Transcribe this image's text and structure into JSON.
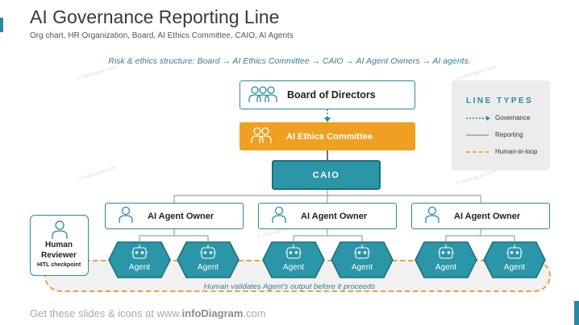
{
  "header": {
    "title": "AI Governance Reporting Line",
    "subtitle": "Org chart, HR Organization, Board, AI Ethics Committee, CAIO, AI Agents"
  },
  "intro": "Risk & ethics structure: Board → AI Ethics Committee → CAIO → AI Agent Owners → AI agents.",
  "nodes": {
    "board": "Board of Directors",
    "ethics": "AI Ethics Committee",
    "caio": "CAIO",
    "owners": [
      "AI Agent Owner",
      "AI Agent Owner",
      "AI Agent Owner"
    ],
    "agents": [
      "Agent",
      "Agent",
      "Agent",
      "Agent",
      "Agent",
      "Agent"
    ]
  },
  "reviewer": {
    "title_line1": "Human",
    "title_line2": "Reviewer",
    "subtitle": "HITL checkpoint"
  },
  "band_text": "Human validates Agent's output before it proceeds",
  "legend": {
    "title": "LINE TYPES",
    "items": [
      {
        "label": "Governance",
        "style": "dotted",
        "color": "#2a8aa0"
      },
      {
        "label": "Reporting",
        "style": "solid",
        "color": "#9aa0a6"
      },
      {
        "label": "Human-in-loop",
        "style": "dashed",
        "color": "#e8a43a"
      }
    ]
  },
  "footer": {
    "prefix": "Get these slides & icons at www.",
    "brand": "infoDiagram",
    "suffix": ".com"
  },
  "watermark": "© infoDiagram.com",
  "colors": {
    "teal": "#2a8aa0",
    "orange": "#f0a020",
    "caio": "#2a96a8",
    "agent": "#2a96a8"
  }
}
